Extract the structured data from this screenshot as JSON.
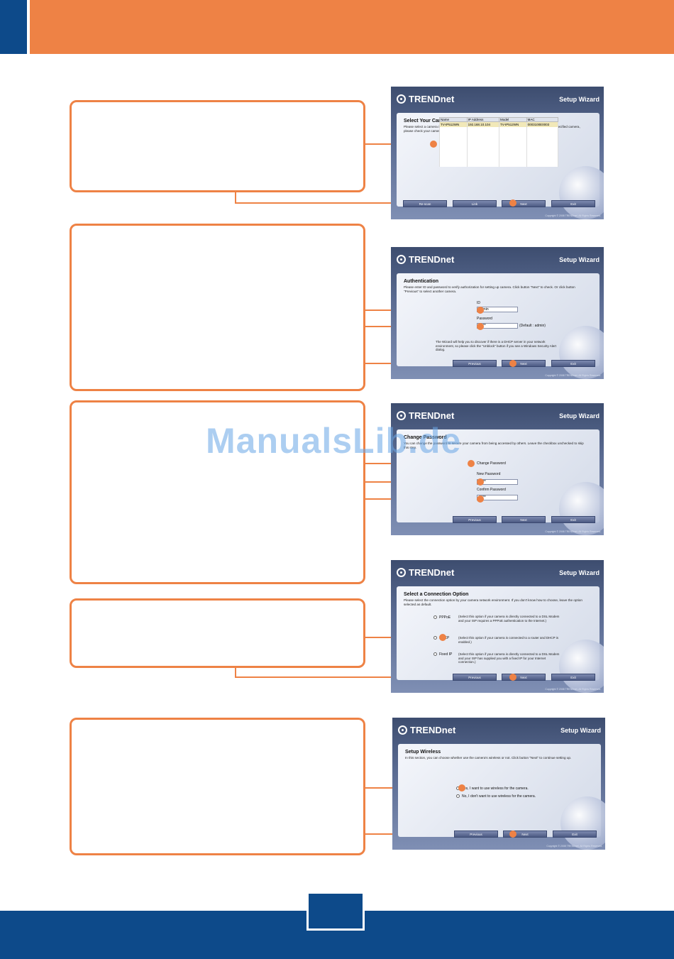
{
  "brand": "TRENDnet",
  "wizard_title": "Setup Wizard",
  "copyright": "Copyright © 2008 TRENDnet. All Rights Reserved.",
  "watermark": "ManualsLib.de",
  "buttons": {
    "previous": "Previous",
    "next": "Next",
    "exit": "Exit",
    "rescan": "Re-scan",
    "link": "Link"
  },
  "screens": {
    "select_camera": {
      "title": "Select Your Camera",
      "desc": "Please select a camera in the camera list then click \"Next\" or try link it with web browser. If you can't find specified camera, please check your camera's wire link then click \"Re-scan\" again.",
      "columns": [
        "Name",
        "IP Address",
        "Model",
        "MAC"
      ],
      "rows": [
        [
          "TV-IP512WN",
          "192.168.10.104",
          "TV-IP512WN",
          "0003100E0003"
        ]
      ]
    },
    "authentication": {
      "title": "Authentication",
      "desc": "Please enter ID and password to verify authorization for setting up camera. Click button \"Next\" to check. Or click button \"Previous\" to select another camera.",
      "id_label": "ID",
      "id_value": "admin",
      "password_label": "Password",
      "password_value": "*****",
      "default_hint": "(Default : admin)",
      "note": "The Wizard will help you to discover if there is a DHCP server in your network environment, so please click the \"Unblock\" button if you see a Windows Security Alert dialog."
    },
    "change_password": {
      "title": "Change Password",
      "desc": "You can change the password to secure your camera from being accessed by others. Leave the checkbox unchecked to skip this step.",
      "checkbox_label": "Change Password",
      "new_label": "New Password",
      "new_value": "*****",
      "confirm_label": "Confirm Password",
      "confirm_value": "*****"
    },
    "connection": {
      "title": "Select a Connection Option",
      "desc": "Please select the connection option by your camera network environment. If you don't know how to choose, leave the option selected as default.",
      "options": [
        {
          "label": "PPPoE",
          "desc": "(Select this option if your camera is directly connected to a DSL Modem and your ISP requires a PPPoE authentication to the Internet.)"
        },
        {
          "label": "DHCP",
          "desc": "(Select this option if your camera is connected to a router and DHCP is enabled.)"
        },
        {
          "label": "Fixed IP",
          "desc": "(Select this option if your camera is directly connected to a DSL Modem and your ISP has supplied you with a fixed IP for your Internet connection.)"
        }
      ]
    },
    "wireless": {
      "title": "Setup Wireless",
      "desc": "In this section, you can choose whether use the camera's wireless or not. Click button \"Next\" to continue setting up.",
      "yes_label": "Yes, I want to use wireless for the camera.",
      "no_label": "No, I don't want to use wireless for the camera."
    }
  }
}
